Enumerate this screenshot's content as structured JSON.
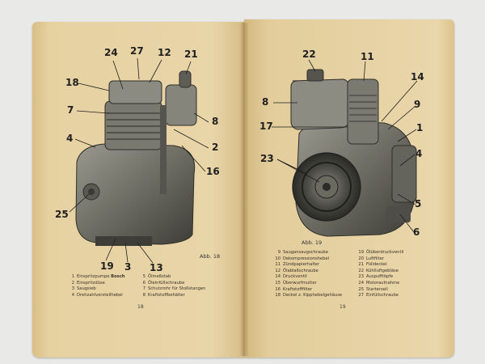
{
  "left_page": {
    "figure_caption": "Abb. 18",
    "callouts": [
      "24",
      "27",
      "12",
      "21",
      "18",
      "7",
      "8",
      "4",
      "2",
      "16",
      "25",
      "19",
      "3",
      "13"
    ],
    "legend_col1": [
      {
        "num": "1",
        "text": "Einspritzpumpe ",
        "bold": "Bosch"
      },
      {
        "num": "2",
        "text": "Einspritzdüse",
        "bold": ""
      },
      {
        "num": "3",
        "text": "Saugsieb",
        "bold": ""
      },
      {
        "num": "4",
        "text": "Drehzahlverstellhebel",
        "bold": ""
      }
    ],
    "legend_col2": [
      {
        "num": "5",
        "text": "Ölmeßstab"
      },
      {
        "num": "6",
        "text": "Öleinfüllschraube"
      },
      {
        "num": "7",
        "text": "Schutzrohr für Stoßstangen"
      },
      {
        "num": "8",
        "text": "Kraftstoffbehälter"
      }
    ],
    "page_number": "18"
  },
  "right_page": {
    "figure_caption": "Abb. 19",
    "callouts": [
      "22",
      "11",
      "14",
      "8",
      "9",
      "17",
      "1",
      "23",
      "4",
      "5",
      "6"
    ],
    "legend_col1": [
      {
        "num": "9",
        "text": "Saugansaugschraube"
      },
      {
        "num": "10",
        "text": "Dekompressionshebel"
      },
      {
        "num": "11",
        "text": "Zündpapierhalter"
      },
      {
        "num": "12",
        "text": "Ölablaßschraube"
      },
      {
        "num": "14",
        "text": "Druckventil"
      },
      {
        "num": "15",
        "text": "Überwurfmutter"
      },
      {
        "num": "16",
        "text": "Kraftstofffilter"
      },
      {
        "num": "18",
        "text": "Deckel z. Kipphebelgehäuse"
      }
    ],
    "legend_col2": [
      {
        "num": "19",
        "text": "Ölüberdruckventil"
      },
      {
        "num": "20",
        "text": "Luftfilter"
      },
      {
        "num": "21",
        "text": "Fülldeckel"
      },
      {
        "num": "22",
        "text": "Kühlluftgebläse"
      },
      {
        "num": "23",
        "text": "Auspufftöpfe"
      },
      {
        "num": "24",
        "text": "Motoraufnahme"
      },
      {
        "num": "25",
        "text": "Starterseil"
      },
      {
        "num": "27",
        "text": "Einfüllschraube"
      }
    ],
    "page_number": "19"
  },
  "colors": {
    "paper": "#e7d3a6",
    "engine": "#6f6f66",
    "ink": "#202020",
    "background": "#e9e9e7"
  }
}
